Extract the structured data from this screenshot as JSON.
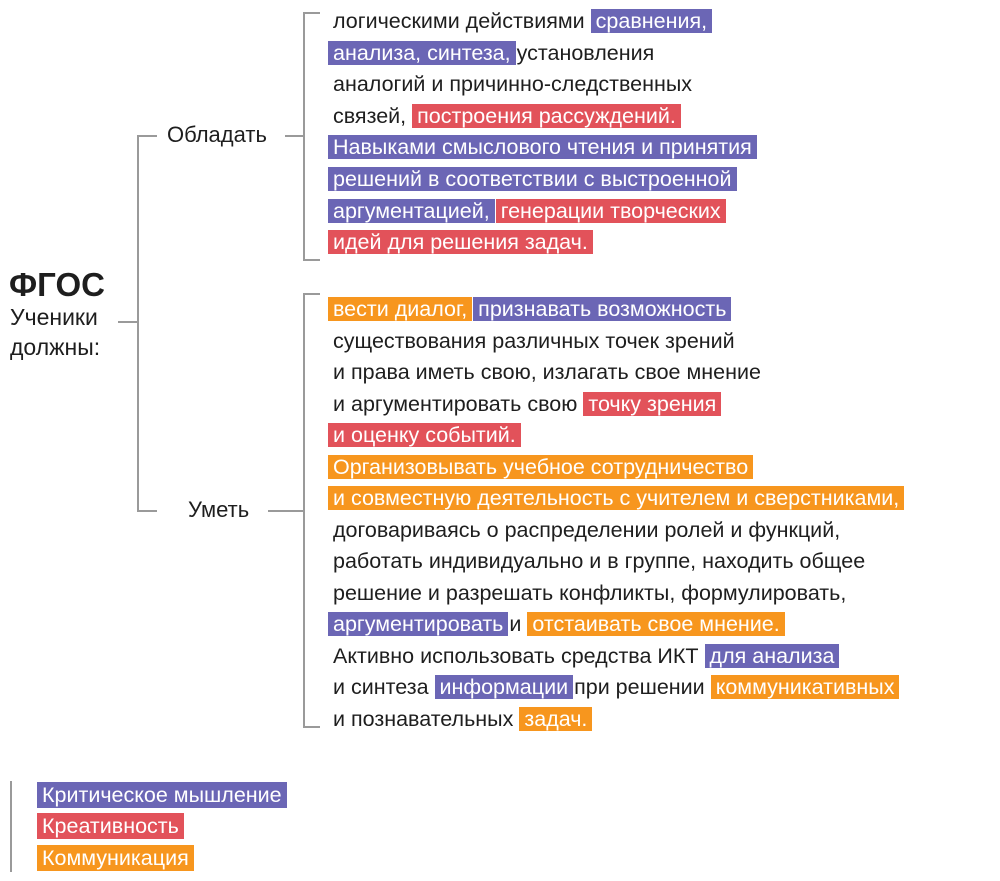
{
  "root": {
    "title": "ФГОС",
    "subtitle_line1": "Ученики",
    "subtitle_line2": "должны:"
  },
  "branches": [
    {
      "label": "Обладать",
      "lines": [
        [
          {
            "t": "логическими действиями",
            "c": ""
          },
          {
            "t": "сравнения,",
            "c": "purple"
          }
        ],
        [
          {
            "t": "анализа, синтеза,",
            "c": "purple"
          },
          {
            "t": "установления",
            "c": ""
          }
        ],
        [
          {
            "t": "аналогий и причинно-следственных",
            "c": ""
          }
        ],
        [
          {
            "t": "связей,",
            "c": ""
          },
          {
            "t": "построения рассуждений.",
            "c": "red"
          }
        ],
        [
          {
            "t": "Навыками смыслового чтения и принятия",
            "c": "purple"
          }
        ],
        [
          {
            "t": "решений в соответствии с выстроенной",
            "c": "purple"
          }
        ],
        [
          {
            "t": "аргументацией,",
            "c": "purple"
          },
          {
            "t": "генерации творческих",
            "c": "red"
          }
        ],
        [
          {
            "t": "идей для решения задач.",
            "c": "red"
          }
        ]
      ]
    },
    {
      "label": "Уметь",
      "lines": [
        [
          {
            "t": "вести диалог,",
            "c": "orange"
          },
          {
            "t": "признавать возможность",
            "c": "purple"
          }
        ],
        [
          {
            "t": "существования различных точек зрений",
            "c": ""
          }
        ],
        [
          {
            "t": "и права иметь свою, излагать свое мнение",
            "c": ""
          }
        ],
        [
          {
            "t": "и аргументировать свою",
            "c": ""
          },
          {
            "t": "точку зрения",
            "c": "red"
          }
        ],
        [
          {
            "t": "и оценку событий.",
            "c": "red"
          }
        ],
        [
          {
            "t": "Организовывать учебное сотрудничество",
            "c": "orange"
          }
        ],
        [
          {
            "t": "и совместную деятельность с учителем и сверстниками,",
            "c": "orange"
          }
        ],
        [
          {
            "t": "договариваясь о распределении ролей и функций,",
            "c": ""
          }
        ],
        [
          {
            "t": "работать индивидуально и в группе, находить общее",
            "c": ""
          }
        ],
        [
          {
            "t": "решение и разрешать конфликты, формулировать,",
            "c": ""
          }
        ],
        [
          {
            "t": "аргументировать",
            "c": "purple"
          },
          {
            "t": "и",
            "c": ""
          },
          {
            "t": "отстаивать свое мнение.",
            "c": "orange"
          }
        ],
        [
          {
            "t": "Активно использовать средства ИКТ",
            "c": ""
          },
          {
            "t": "для анализа",
            "c": "purple"
          }
        ],
        [
          {
            "t": "и синтеза",
            "c": ""
          },
          {
            "t": "информации",
            "c": "purple"
          },
          {
            "t": "при решении",
            "c": ""
          },
          {
            "t": "коммуникативных",
            "c": "orange"
          }
        ],
        [
          {
            "t": "и познавательных",
            "c": ""
          },
          {
            "t": "задач.",
            "c": "orange"
          }
        ]
      ]
    }
  ],
  "legend": [
    {
      "label": "Критическое мышление",
      "color": "#6b66b5"
    },
    {
      "label": "Креативность",
      "color": "#e2525a"
    },
    {
      "label": "Коммуникация",
      "color": "#f7961e"
    }
  ],
  "colors": {
    "purple": "#6b66b5",
    "red": "#e2525a",
    "orange": "#f7961e"
  }
}
